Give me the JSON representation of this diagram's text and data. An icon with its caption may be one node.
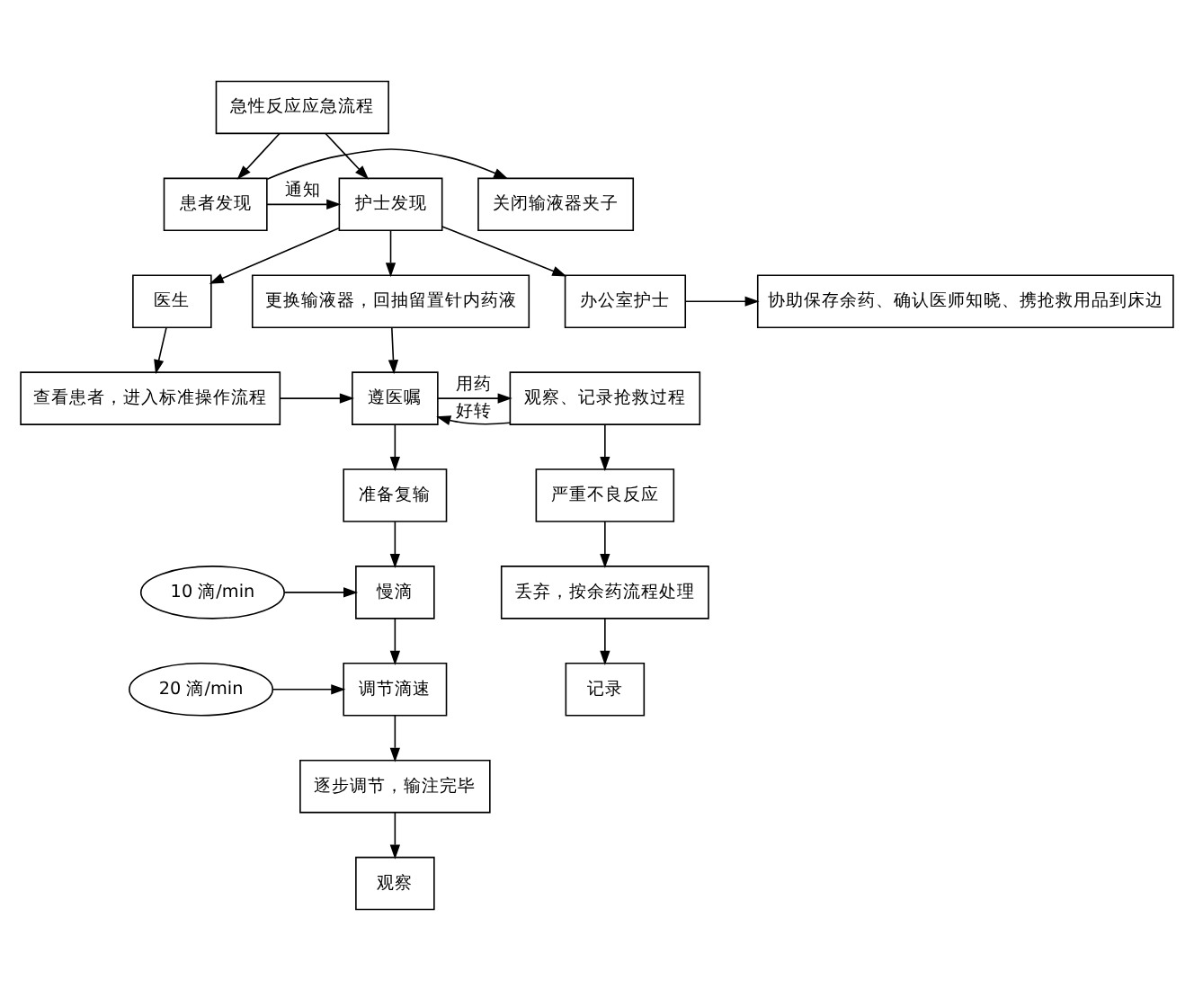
{
  "diagram": {
    "nodes": [
      {
        "text": [
          "急性反应应急流程"
        ]
      },
      {
        "text": [
          "护士发现"
        ]
      },
      {
        "text": [
          "患者发现"
        ]
      },
      {
        "text": [
          "关闭输液器夹子"
        ]
      },
      {
        "text": [
          "医生"
        ]
      },
      {
        "text": [
          "更换输液器，回抽留置针内药液"
        ]
      },
      {
        "text": [
          "办公室护士"
        ]
      },
      {
        "text": [
          "协助保存余药、确认医师知晓、携抢救用品到床边"
        ]
      },
      {
        "text": [
          "查看患者，进入标准操作流程"
        ]
      },
      {
        "text": [
          "遵医嘱"
        ]
      },
      {
        "text": [
          "观察、记录抢救过程"
        ]
      },
      {
        "text": [
          "准备复输"
        ]
      },
      {
        "text": [
          "严重不良反应"
        ]
      },
      {
        "text": [
          "10 滴/min"
        ]
      },
      {
        "text": [
          "慢滴"
        ]
      },
      {
        "text": [
          "丢弃，按余药流程处理"
        ]
      },
      {
        "text": [
          "20 滴/min"
        ]
      },
      {
        "text": [
          "调节滴速"
        ]
      },
      {
        "text": [
          "记录"
        ]
      },
      {
        "text": [
          "逐步调节，输注完毕"
        ]
      },
      {
        "text": [
          "观察"
        ]
      }
    ],
    "edges": [
      {
        "from": 0,
        "to": 1,
        "arrow": "to"
      },
      {
        "from": 0,
        "to": 2,
        "arrow": "to"
      },
      {
        "from": 2,
        "to": 1,
        "arrow": "to",
        "label": "通知"
      },
      {
        "from": 2,
        "to": 3,
        "arrow": "to"
      },
      {
        "from": 1,
        "to": 4,
        "arrow": "to"
      },
      {
        "from": 1,
        "to": 5,
        "arrow": "to"
      },
      {
        "from": 1,
        "to": 6,
        "arrow": "to"
      },
      {
        "from": 6,
        "to": 7,
        "arrow": "to"
      },
      {
        "from": 4,
        "to": 8,
        "arrow": "to"
      },
      {
        "from": 5,
        "to": 9,
        "arrow": "to"
      },
      {
        "from": 8,
        "to": 9,
        "arrow": "to"
      },
      {
        "from": 9,
        "to": 10,
        "arrow": "to",
        "label": "用药"
      },
      {
        "from": 10,
        "to": 9,
        "arrow": "to",
        "label": "好转"
      },
      {
        "from": 9,
        "to": 11,
        "arrow": "to"
      },
      {
        "from": 10,
        "to": 12,
        "arrow": "to"
      },
      {
        "from": 11,
        "to": 14,
        "arrow": "to"
      },
      {
        "from": 13,
        "to": 14,
        "arrow": "to"
      },
      {
        "from": 14,
        "to": 17,
        "arrow": "to"
      },
      {
        "from": 16,
        "to": 17,
        "arrow": "to"
      },
      {
        "from": 17,
        "to": 19,
        "arrow": "to"
      },
      {
        "from": 19,
        "to": 20,
        "arrow": "to"
      },
      {
        "from": 12,
        "to": 15,
        "arrow": "to"
      },
      {
        "from": 15,
        "to": 18,
        "arrow": "to"
      }
    ]
  }
}
